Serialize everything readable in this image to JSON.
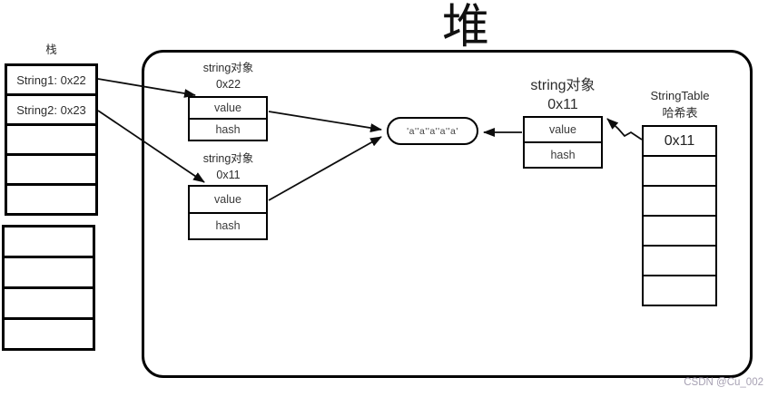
{
  "diagram": {
    "heap_title": "堆",
    "watermark": "CSDN @Cu_002"
  },
  "stack": {
    "label": "栈",
    "cells": [
      "String1: 0x22",
      "String2: 0x23",
      "",
      "",
      "",
      "",
      "",
      "",
      ""
    ]
  },
  "heap": {
    "string_obj_0x22": {
      "type_label": "string对象",
      "address": "0x22",
      "fields": [
        "value",
        "hash"
      ]
    },
    "string_obj_0x11_new": {
      "type_label": "string对象",
      "address": "0x11",
      "fields": [
        "value",
        "hash"
      ]
    },
    "string_obj_0x11_interned": {
      "type_label": "string对象",
      "address": "0x11",
      "fields": [
        "value",
        "hash"
      ]
    },
    "char_array": {
      "text": "'a''a''a''a''a'"
    },
    "string_table": {
      "title": "StringTable",
      "subtitle": "哈希表",
      "cells": [
        "0x11",
        "",
        "",
        "",
        "",
        ""
      ]
    }
  }
}
